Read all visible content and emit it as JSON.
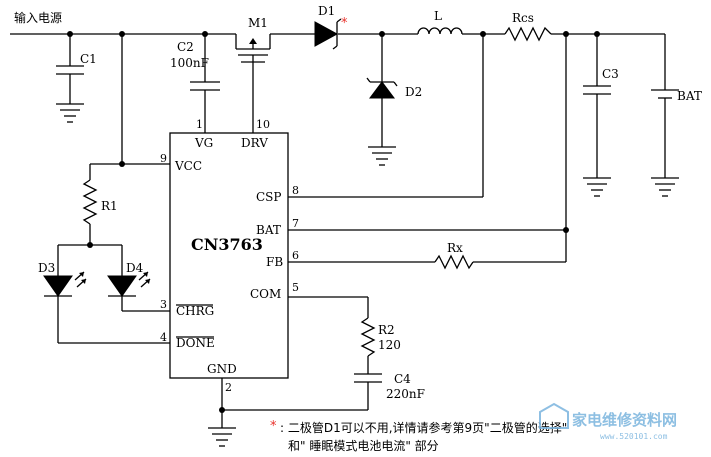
{
  "input_label": "输入电源",
  "ic": {
    "name": "CN3763",
    "pins": {
      "vg": {
        "num": "1",
        "label": "VG"
      },
      "drv": {
        "num": "10",
        "label": "DRV"
      },
      "vcc": {
        "num": "9",
        "label": "VCC"
      },
      "csp": {
        "num": "8",
        "label": "CSP"
      },
      "bat": {
        "num": "7",
        "label": "BAT"
      },
      "fb": {
        "num": "6",
        "label": "FB"
      },
      "com": {
        "num": "5",
        "label": "COM"
      },
      "chrg": {
        "num": "3",
        "label": "CHRG"
      },
      "done": {
        "num": "4",
        "label": "DONE"
      },
      "gnd": {
        "num": "2",
        "label": "GND"
      }
    }
  },
  "components": {
    "c1": "C1",
    "c2": "C2",
    "c2_value": "100nF",
    "m1": "M1",
    "d1": "D1",
    "d1_mark": "*",
    "l": "L",
    "rcs": "Rcs",
    "c3": "C3",
    "bat": "BAT",
    "d2": "D2",
    "r1": "R1",
    "d3": "D3",
    "d4": "D4",
    "rx": "Rx",
    "r2": "R2",
    "r2_value": "120",
    "c4": "C4",
    "c4_value": "220nF"
  },
  "note": {
    "mark": "*",
    "line1": ": 二极管D1可以不用,详情请参考第9页\"二极管的选择\"",
    "line2": "和\" 睡眠模式电池电流\" 部分"
  },
  "watermark": {
    "text": "家电维修资料网",
    "url": "www.520101.com"
  }
}
